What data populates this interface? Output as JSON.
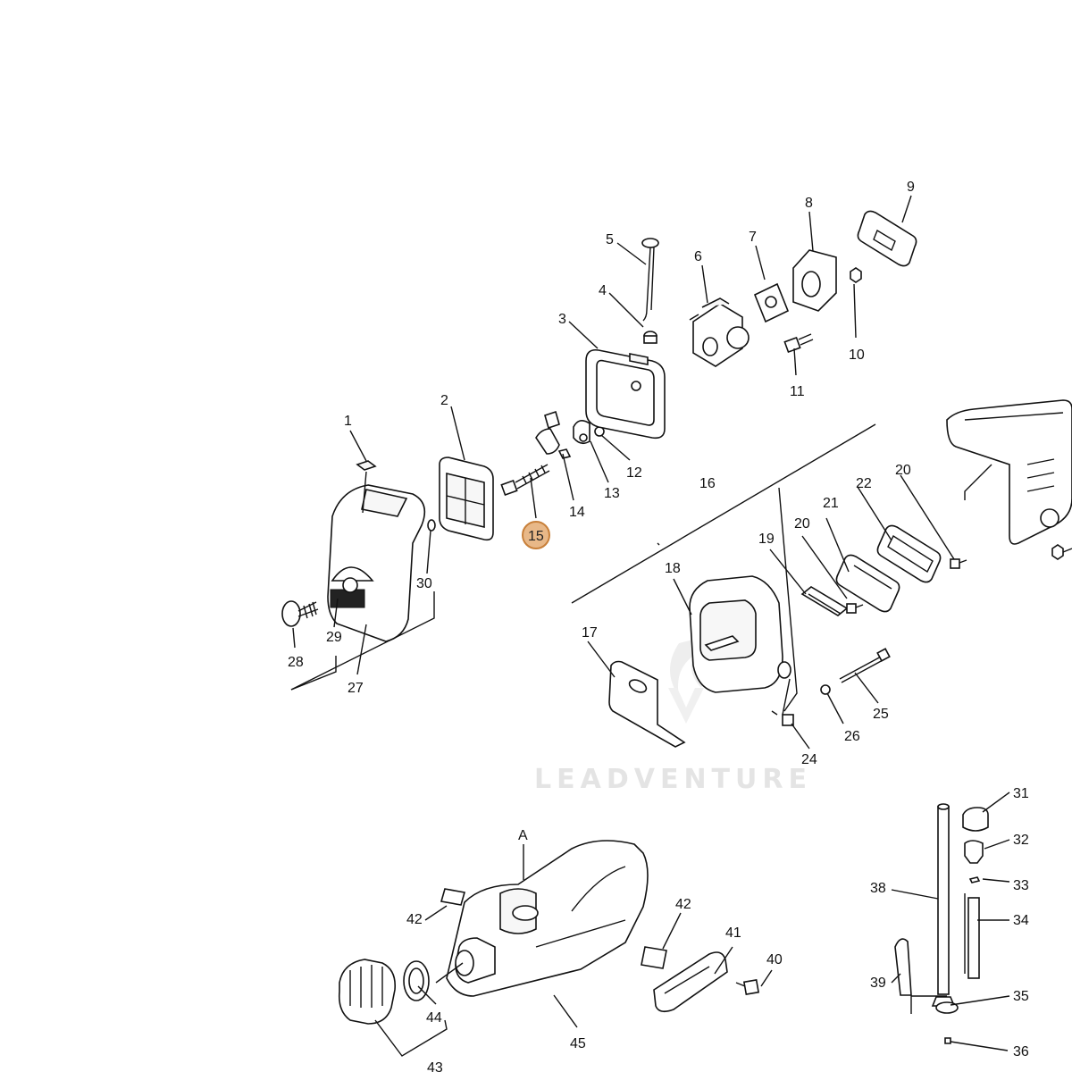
{
  "watermark": "LEADVENTURE",
  "highlighted_callout": "15",
  "callouts": {
    "c1": "1",
    "c2": "2",
    "c3": "3",
    "c4": "4",
    "c5": "5",
    "c6": "6",
    "c7": "7",
    "c8": "8",
    "c9": "9",
    "c10": "10",
    "c11": "11",
    "c12": "12",
    "c13": "13",
    "c14": "14",
    "c16": "16",
    "c17": "17",
    "c18": "18",
    "c19": "19",
    "c20a": "20",
    "c20b": "20",
    "c21": "21",
    "c22": "22",
    "c24": "24",
    "c25": "25",
    "c26": "26",
    "c27": "27",
    "c28": "28",
    "c29": "29",
    "c30": "30",
    "c31": "31",
    "c32": "32",
    "c33": "33",
    "c34": "34",
    "c35": "35",
    "c36": "36",
    "c38": "38",
    "c39": "39",
    "c40": "40",
    "c41": "41",
    "c42a": "42",
    "c42b": "42",
    "c43": "43",
    "c44": "44",
    "c45": "45",
    "cA": "A"
  }
}
